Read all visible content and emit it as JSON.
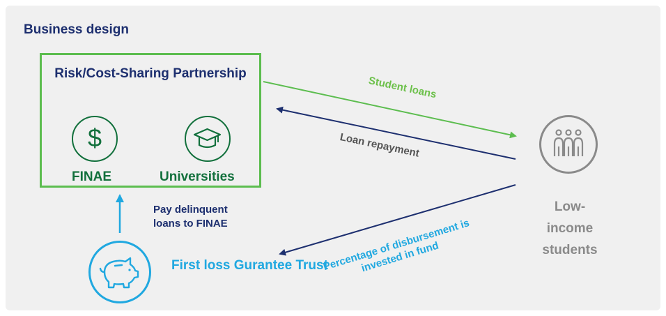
{
  "title": "Business design",
  "partnership": {
    "title": "Risk/Cost-Sharing Partnership",
    "finae": {
      "label": "FINAE",
      "icon": "dollar-icon"
    },
    "universities": {
      "label": "Universities",
      "icon": "graduation-cap-icon"
    }
  },
  "students": {
    "label": "Low-income students",
    "icon": "people-icon"
  },
  "trust": {
    "label": "First loss Gurantee Trust",
    "icon": "piggy-bank-icon"
  },
  "arrows": {
    "student_loans": "Student loans",
    "loan_repayment": "Loan repayment",
    "percentage_line1": "Percentage of disbursement is",
    "percentage_line2": "invested in fund",
    "pay_line1": "Pay delinquent",
    "pay_line2": "loans to FINAE"
  },
  "colors": {
    "navy": "#1d2f6f",
    "green": "#5cbd4f",
    "dark_green": "#12703c",
    "light_blue": "#20a8e0",
    "gray": "#8a8a8a",
    "background": "#f0f0f0"
  }
}
